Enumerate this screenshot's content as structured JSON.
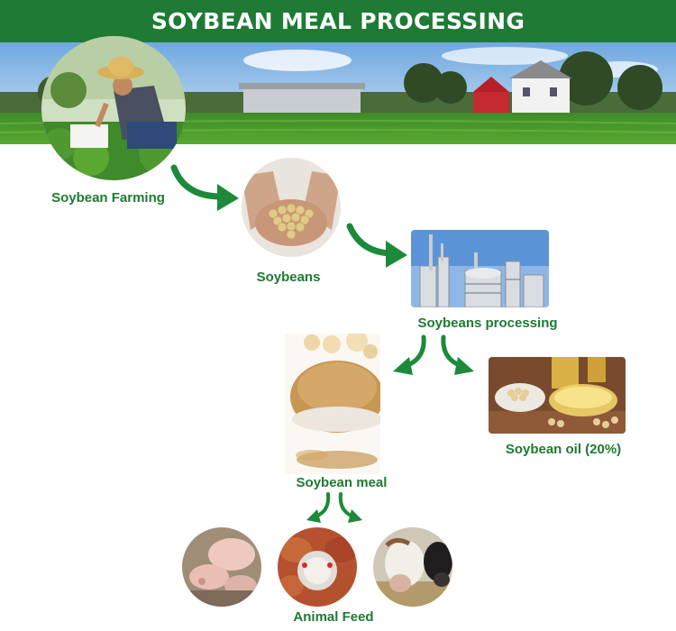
{
  "header": {
    "title": "SOYBEAN MEAL PROCESSING"
  },
  "steps": {
    "farming": {
      "label": "Soybean Farming",
      "image": "farmer-in-soybean-field-photo"
    },
    "soybeans": {
      "label": "Soybeans",
      "image": "hands-holding-soybeans-photo"
    },
    "processing": {
      "label": "Soybeans processing",
      "image": "processing-plant-photo"
    },
    "oil": {
      "label": "Soybean oil (20%)",
      "image": "soybean-oil-photo"
    },
    "meal": {
      "label": "Soybean meal",
      "image": "soybean-meal-bowl-photo"
    },
    "feed": {
      "label": "Animal Feed",
      "images": [
        "pigs-photo",
        "chickens-photo",
        "cows-photo"
      ]
    }
  },
  "colors": {
    "title_bg": "#1e7a34",
    "label": "#1f7a32",
    "arrow": "#1c8a3a"
  }
}
